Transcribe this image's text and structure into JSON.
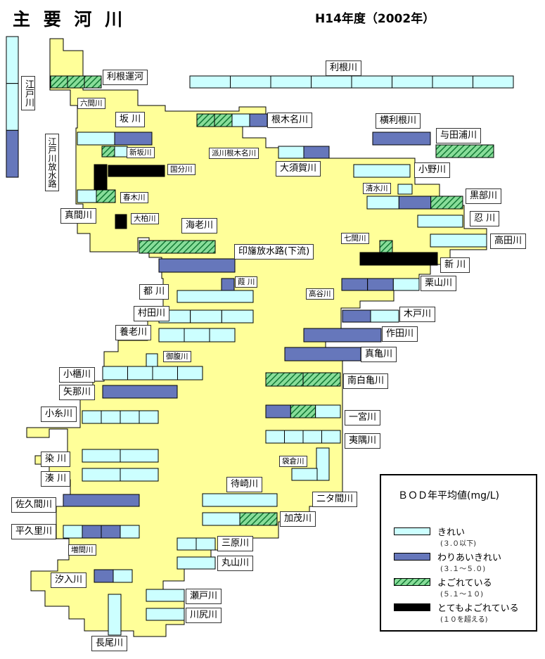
{
  "header": {
    "title": "主 要 河 川",
    "year": "H14年度（2002年）"
  },
  "colors": {
    "land": "#ffff99",
    "clean": "#ccffff",
    "fair": "#6677bb",
    "polluted": "#33aa66",
    "very": "#000000"
  },
  "legend": {
    "title": "ＢＯＤ年平均値(mg/L)",
    "items": [
      {
        "name": "きれい",
        "range": "(３.０以下)",
        "level": "clean"
      },
      {
        "name": "わりあいきれい",
        "range": "(３.１～５.０)",
        "level": "fair"
      },
      {
        "name": "よごれている",
        "range": "(５.１～１０)",
        "level": "polluted"
      },
      {
        "name": "とてもよごれている",
        "range": "(１０を超える)",
        "level": "very"
      }
    ]
  },
  "rivers": {
    "tone_unten": "利根運河",
    "tone": "利根川",
    "edo": "江戸川",
    "edo_housui": "江戸川放水路",
    "rokuken": "六間川",
    "saka": "坂 川",
    "shinsaka": "新坂川",
    "nekina": "根木名川",
    "hasen": "派川根木名川",
    "yokotone": "横利根川",
    "yodaura": "与田浦川",
    "oosuga": "大須賀川",
    "kokubu": "国分川",
    "haruki": "春木川",
    "ono": "小野川",
    "shimizu": "清水川",
    "kurobe": "黒部川",
    "mama": "真間川",
    "ookashiwa": "大柏川",
    "ebi": "海老川",
    "oshi": "忍 川",
    "takada": "高田川",
    "shichiken": "七間川",
    "inba": "印旛放水路(下流)",
    "shin": "新 川",
    "kuriyama": "栗山川",
    "ashi": "葭 川",
    "miyako": "都 川",
    "takaya": "高谷川",
    "kido": "木戸川",
    "murata": "村田川",
    "sakuda": "作田川",
    "yoro": "養老川",
    "mikuriya": "御腹川",
    "magame": "真亀川",
    "obitsu": "小櫃川",
    "minamishirakame": "南白亀川",
    "yana": "矢那川",
    "koito": "小糸川",
    "ichinomiya": "一宮川",
    "isumi": "夷隅川",
    "some": "染 川",
    "minato": "湊 川",
    "fukuroku": "袋倉川",
    "futama": "二タ間川",
    "machizaki": "待崎川",
    "sakuma": "佐久間川",
    "kamo": "加茂川",
    "hirakuri": "平久里川",
    "masuma": "増間川",
    "mihara": "三原川",
    "maruyama": "丸山川",
    "shiori": "汐入川",
    "seto": "瀬戸川",
    "kawajiri": "川尻川",
    "nagao": "長尾川"
  },
  "river_quality": [
    {
      "river": "利根運河",
      "levels": [
        "polluted",
        "polluted",
        "polluted"
      ]
    },
    {
      "river": "利根川",
      "levels": [
        "clean",
        "clean",
        "clean",
        "clean",
        "clean",
        "clean",
        "clean",
        "clean"
      ]
    },
    {
      "river": "江戸川",
      "levels": [
        "clean",
        "clean",
        "fair"
      ]
    },
    {
      "river": "坂川",
      "levels": [
        "clean",
        "fair"
      ]
    },
    {
      "river": "新坂川",
      "levels": [
        "polluted",
        "clean"
      ]
    },
    {
      "river": "根木名川",
      "levels": [
        "polluted",
        "polluted",
        "clean",
        "fair"
      ]
    },
    {
      "river": "横利根川",
      "levels": [
        "fair"
      ]
    },
    {
      "river": "与田浦川",
      "levels": [
        "polluted"
      ]
    },
    {
      "river": "大須賀川",
      "levels": [
        "clean",
        "fair"
      ]
    },
    {
      "river": "国分川",
      "levels": [
        "very",
        "very"
      ]
    },
    {
      "river": "春木川",
      "levels": [
        "very"
      ]
    },
    {
      "river": "小野川",
      "levels": [
        "clean"
      ]
    },
    {
      "river": "清水川",
      "levels": [
        "clean"
      ]
    },
    {
      "river": "黒部川",
      "levels": [
        "clean",
        "fair",
        "polluted"
      ]
    },
    {
      "river": "真間川",
      "levels": [
        "clean",
        "polluted"
      ]
    },
    {
      "river": "大柏川",
      "levels": [
        "very"
      ]
    },
    {
      "river": "海老川",
      "levels": [
        "polluted"
      ]
    },
    {
      "river": "忍川",
      "levels": [
        "clean"
      ]
    },
    {
      "river": "高田川",
      "levels": [
        "clean"
      ]
    },
    {
      "river": "七間川",
      "levels": [
        "polluted"
      ]
    },
    {
      "river": "印旛放水路(下流)",
      "levels": [
        "fair"
      ]
    },
    {
      "river": "新川",
      "levels": [
        "very",
        "very"
      ]
    },
    {
      "river": "栗山川",
      "levels": [
        "fair",
        "fair",
        "clean"
      ]
    },
    {
      "river": "葭川",
      "levels": [
        "fair"
      ]
    },
    {
      "river": "都川",
      "levels": [
        "clean"
      ]
    },
    {
      "river": "木戸川",
      "levels": [
        "fair",
        "clean"
      ]
    },
    {
      "river": "村田川",
      "levels": [
        "clean",
        "clean",
        "clean"
      ]
    },
    {
      "river": "作田川",
      "levels": [
        "fair"
      ]
    },
    {
      "river": "養老川",
      "levels": [
        "clean",
        "clean",
        "clean"
      ]
    },
    {
      "river": "御腹川",
      "levels": [
        "clean"
      ]
    },
    {
      "river": "真亀川",
      "levels": [
        "fair"
      ]
    },
    {
      "river": "小櫃川",
      "levels": [
        "clean",
        "clean",
        "clean",
        "clean"
      ]
    },
    {
      "river": "南白亀川",
      "levels": [
        "polluted",
        "polluted"
      ]
    },
    {
      "river": "矢那川",
      "levels": [
        "fair"
      ]
    },
    {
      "river": "小糸川",
      "levels": [
        "clean",
        "clean",
        "clean",
        "clean"
      ]
    },
    {
      "river": "一宮川",
      "levels": [
        "fair",
        "polluted",
        "clean"
      ]
    },
    {
      "river": "夷隅川",
      "levels": [
        "clean",
        "clean",
        "clean",
        "clean"
      ]
    },
    {
      "river": "染川",
      "levels": [
        "clean",
        "clean"
      ]
    },
    {
      "river": "湊川",
      "levels": [
        "clean",
        "clean"
      ]
    },
    {
      "river": "袋倉川",
      "levels": [
        "clean"
      ]
    },
    {
      "river": "二タ間川",
      "levels": [
        "clean"
      ]
    },
    {
      "river": "待崎川",
      "levels": [
        "clean"
      ]
    },
    {
      "river": "佐久間川",
      "levels": [
        "fair"
      ]
    },
    {
      "river": "加茂川",
      "levels": [
        "clean",
        "polluted"
      ]
    },
    {
      "river": "平久里川",
      "levels": [
        "clean",
        "fair",
        "fair",
        "clean"
      ]
    },
    {
      "river": "三原川",
      "levels": [
        "clean",
        "clean"
      ]
    },
    {
      "river": "丸山川",
      "levels": [
        "clean"
      ]
    },
    {
      "river": "汐入川",
      "levels": [
        "fair",
        "clean"
      ]
    },
    {
      "river": "瀬戸川",
      "levels": [
        "clean"
      ]
    },
    {
      "river": "川尻川",
      "levels": [
        "clean"
      ]
    },
    {
      "river": "長尾川",
      "levels": [
        "clean"
      ]
    }
  ]
}
